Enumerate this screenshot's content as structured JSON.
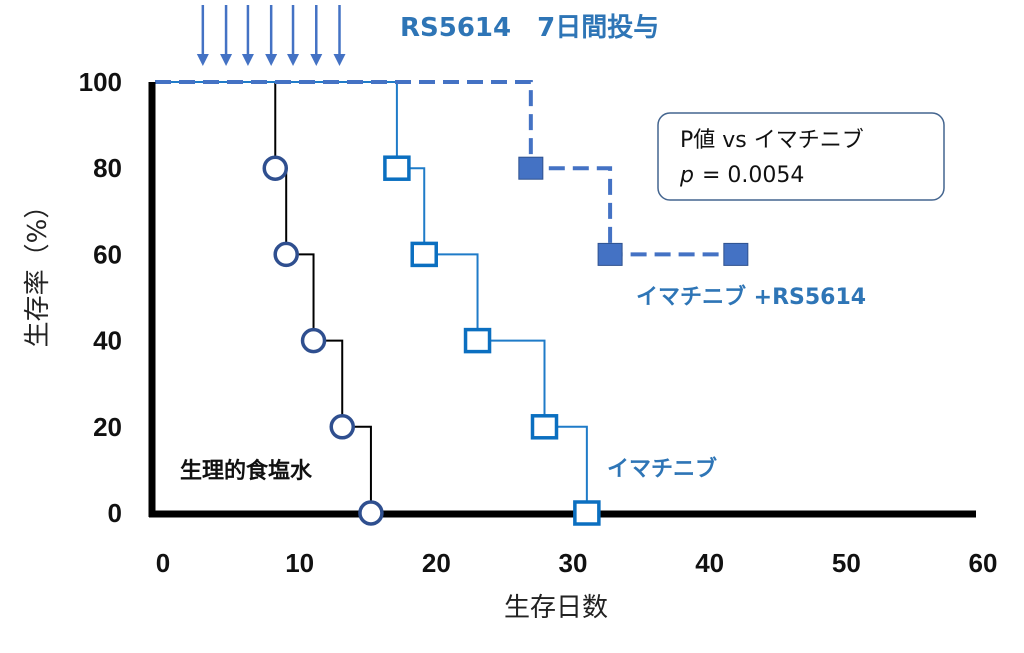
{
  "chart_data": {
    "type": "line",
    "subtype": "kaplan-meier",
    "title": "RS5614　7日間投与",
    "xlabel": "生存日数",
    "ylabel": "生存率（%）",
    "xlim": [
      0,
      60
    ],
    "ylim": [
      0,
      100
    ],
    "xticks": [
      "0",
      "10",
      "20",
      "30",
      "40",
      "50",
      "60"
    ],
    "yticks": [
      "0",
      "20",
      "40",
      "60",
      "80",
      "100"
    ],
    "grid": false,
    "dosing_arrow_days": [
      3.5,
      5.2,
      6.8,
      8.5,
      10.1,
      11.8,
      13.5
    ],
    "annotation": {
      "line1": "P値 vs イマチニブ",
      "p_label": "p",
      "p_value": "= 0.0054"
    },
    "series": [
      {
        "name": "生理的食塩水",
        "color": "#000000",
        "marker_color": "#2F4F8F",
        "marker": "circle-open",
        "dashed": false,
        "points": [
          [
            8.8,
            80
          ],
          [
            9.6,
            60
          ],
          [
            11.6,
            40
          ],
          [
            13.7,
            20
          ],
          [
            15.8,
            0
          ]
        ]
      },
      {
        "name": "イマチニブ",
        "color": "#1F7BC8",
        "marker_color": "#0B6FC0",
        "marker": "square-open",
        "dashed": false,
        "points": [
          [
            17.7,
            80
          ],
          [
            19.7,
            60
          ],
          [
            23.6,
            40
          ],
          [
            28.5,
            20
          ],
          [
            31.6,
            0
          ]
        ]
      },
      {
        "name": "イマチニブ +RS5614",
        "color": "#4472C4",
        "marker_color": "#4472C4",
        "marker": "square-filled",
        "dashed": true,
        "points": [
          [
            27.5,
            80
          ],
          [
            33.3,
            60
          ],
          [
            42.5,
            60
          ]
        ]
      }
    ]
  }
}
